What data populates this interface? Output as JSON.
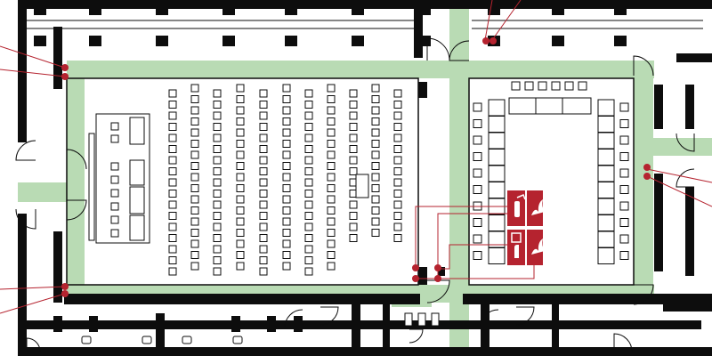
{
  "colors": {
    "wall": "#0d0d0d",
    "route": "#b9dbb4",
    "marker": "#b5232f",
    "sign_bg": "#b5232f",
    "sign_fg": "#ffffff",
    "background": "#ffffff"
  },
  "icons": {
    "extinguisher_sign": "fire-extinguisher-icon",
    "alarm_sign": "fire-alarm-call-point-icon",
    "marker": "equipment-location-marker-icon"
  },
  "layout": {
    "lecture_hall_seat_columns": 11,
    "lecture_hall_seat_rows": 17,
    "seminar_room_table_rows": 10
  }
}
